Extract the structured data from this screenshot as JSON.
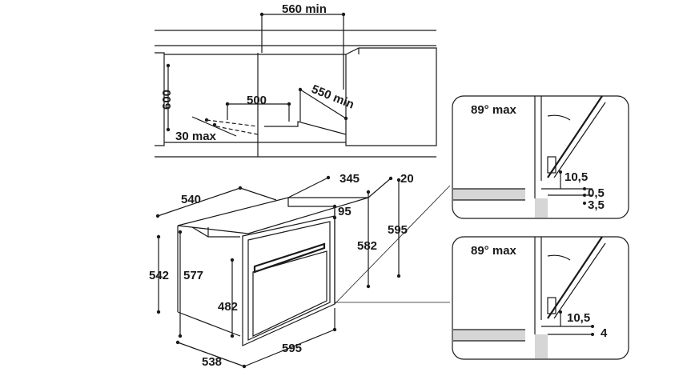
{
  "cabinet": {
    "width_min": "560 min",
    "height": "600",
    "inner_width": "500",
    "depth_min": "550 min",
    "gap_max": "30 max"
  },
  "oven": {
    "depth_top": "540",
    "depth_side": "345",
    "top_offset": "20",
    "front_offset": "95",
    "height_left": "542",
    "height_mid": "577",
    "height_right": "582",
    "height_total": "595",
    "door_height": "482",
    "depth_bottom": "538",
    "width_front": "595"
  },
  "detail_top": {
    "angle": "89° max",
    "gap": "10,5",
    "offset_a": "0,5",
    "offset_b": "3,5"
  },
  "detail_bottom": {
    "angle": "89° max",
    "gap": "10,5",
    "offset": "4"
  },
  "colors": {
    "line": "#1a1a1a",
    "fill_grey": "#d6d6d6"
  }
}
